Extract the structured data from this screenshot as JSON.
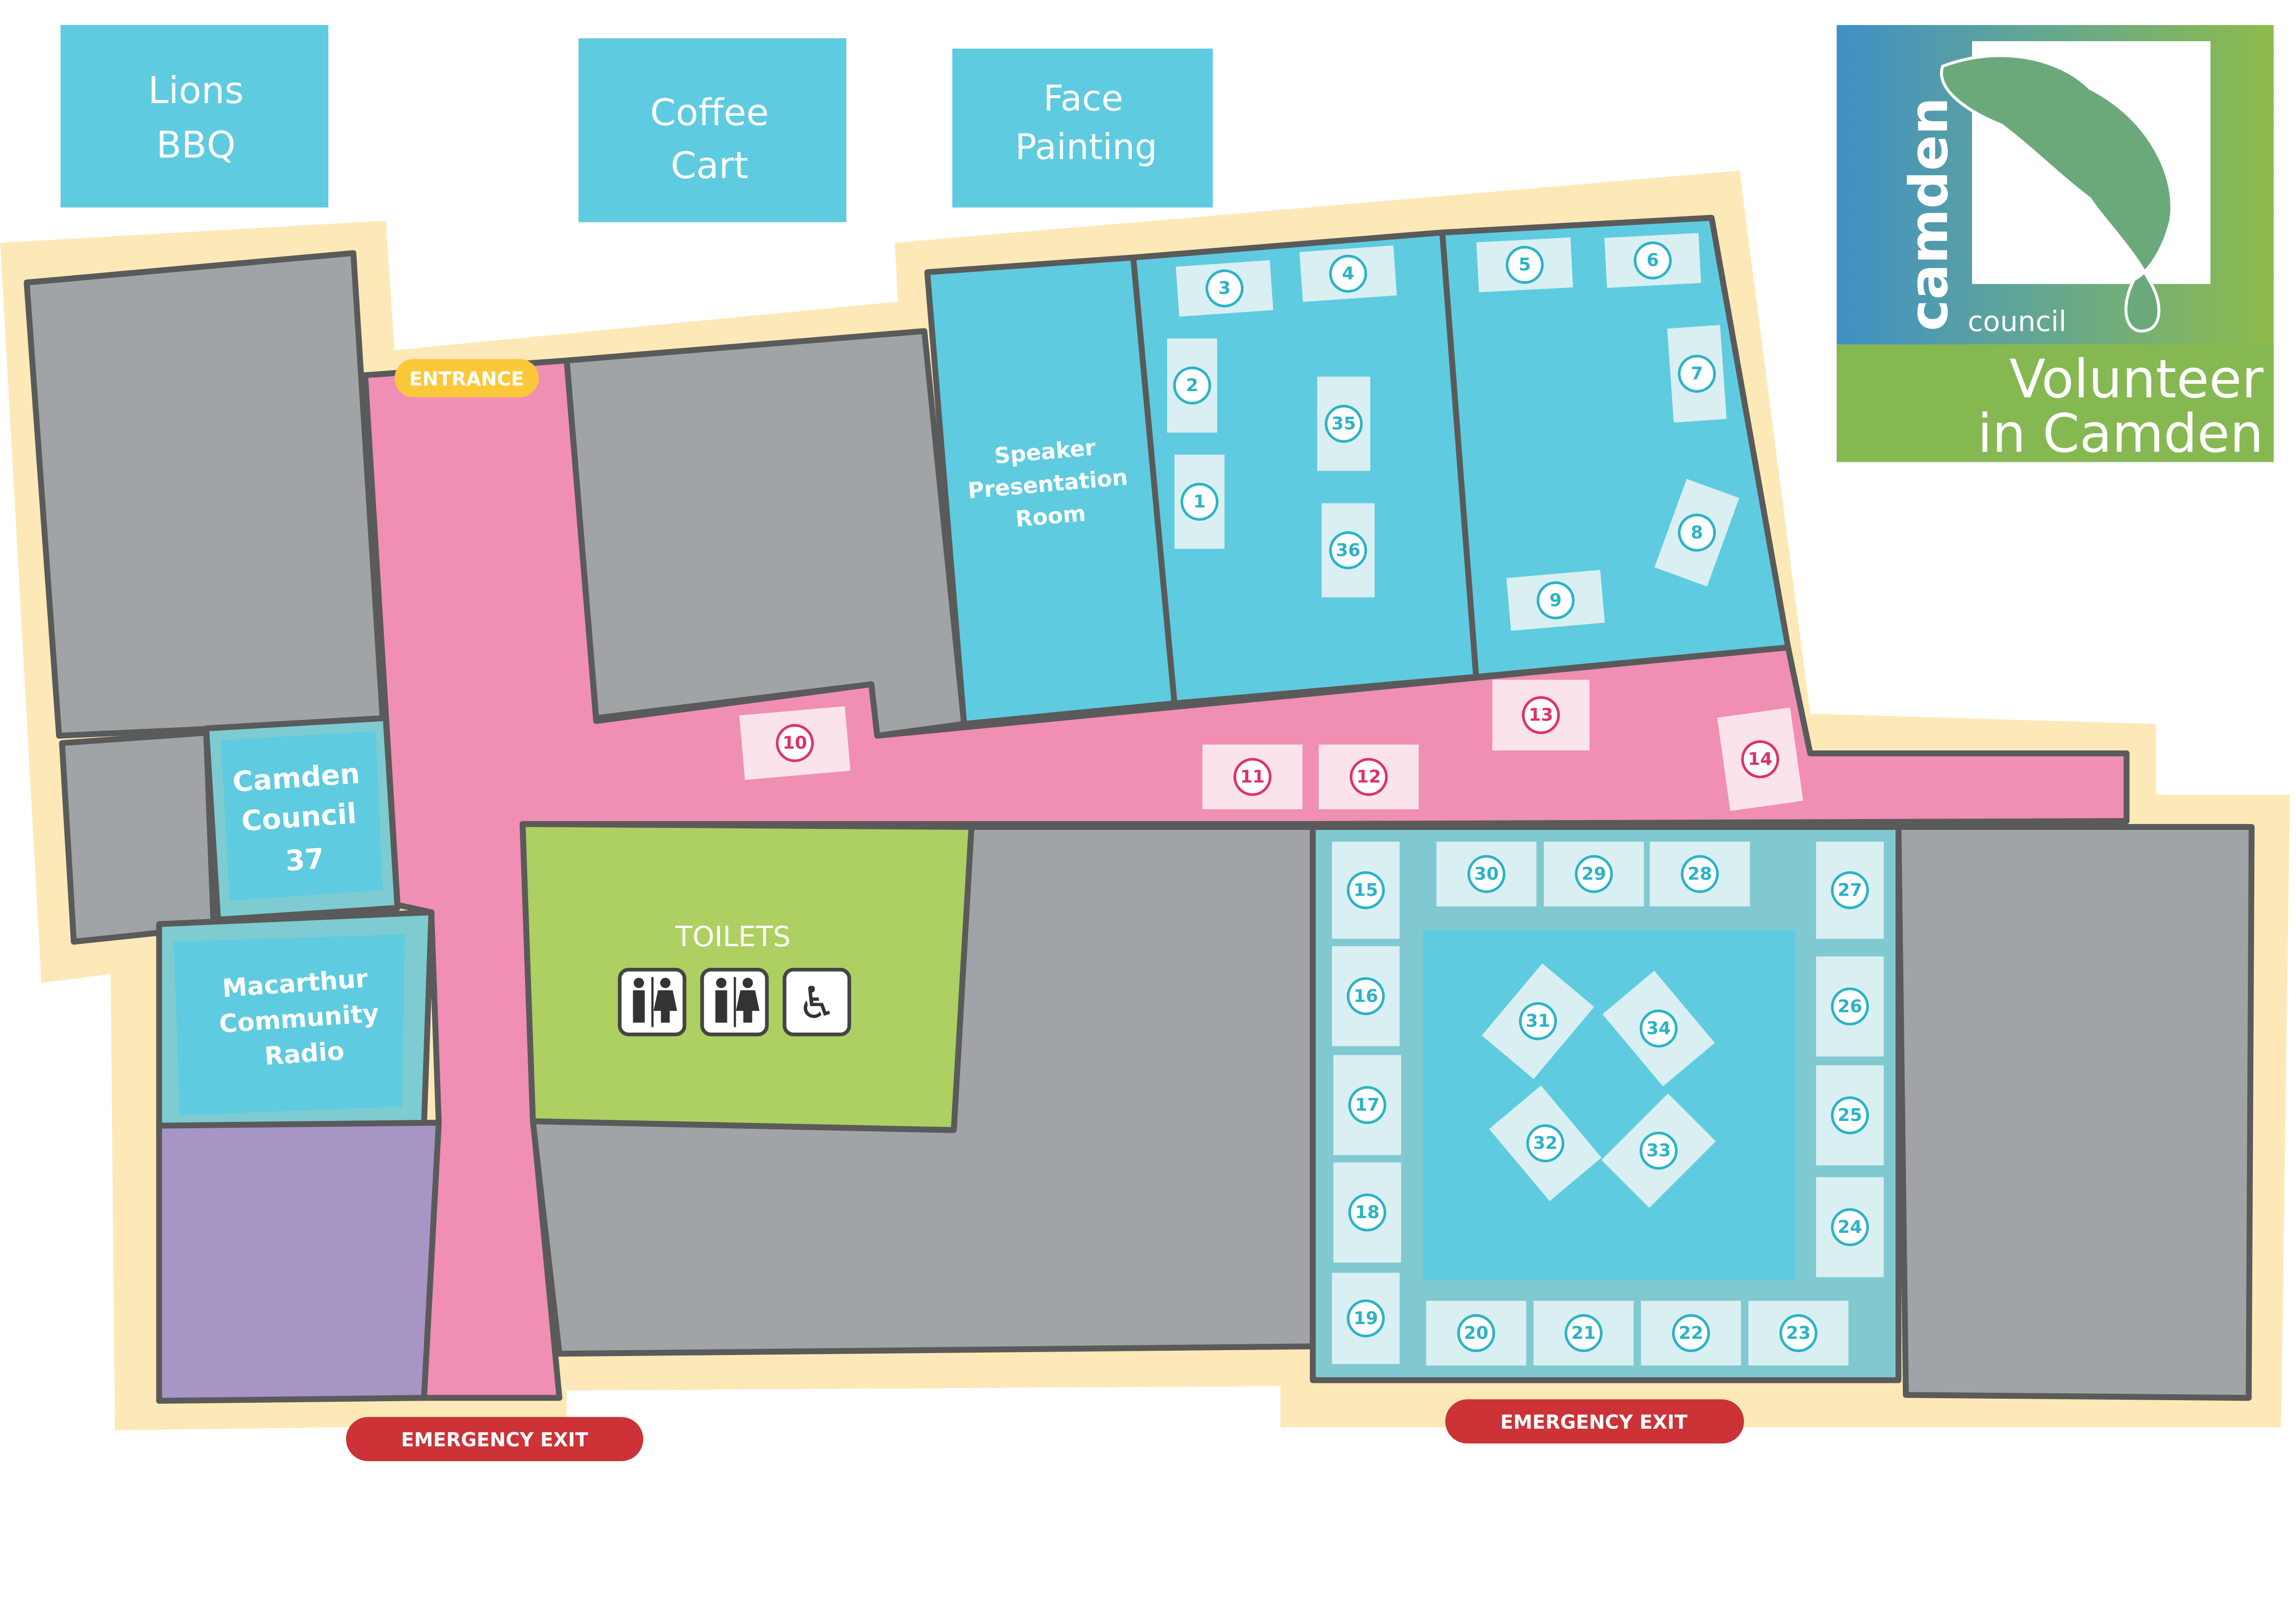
{
  "outside_labels": {
    "lions_bbq": [
      "Lions",
      "BBQ"
    ],
    "coffee_cart": [
      "Coffee",
      "Cart"
    ],
    "face_painting": [
      "Face",
      "Painting"
    ]
  },
  "entrance": "ENTRANCE",
  "emergency_exits": [
    "EMERGENCY EXIT",
    "EMERGENCY EXIT"
  ],
  "rooms": {
    "speaker": [
      "Speaker",
      "Presentation",
      "Room"
    ],
    "camden_council": [
      "Camden",
      "Council",
      "37"
    ],
    "radio": [
      "Macarthur",
      "Community",
      "Radio"
    ],
    "toilets": "TOILETS"
  },
  "logo": {
    "brand": "camden",
    "sub": "council",
    "tagline": [
      "Volunteer",
      "in Camden"
    ]
  },
  "colors": {
    "cream": "#fde9b8",
    "gray": "#a0a4a6",
    "teal": "#5ecbe0",
    "hall": "#80c9d0",
    "pink": "#f08eb4",
    "green": "#aecf62",
    "purple": "#a795c6",
    "yellow": "#fcc83a",
    "red": "#cc3236",
    "stall_teal": "#2bb3c6",
    "stall_pink": "#e0306a"
  },
  "stalls": {
    "pink": [
      "10",
      "11",
      "12",
      "13",
      "14"
    ],
    "teal": [
      "1",
      "2",
      "3",
      "4",
      "5",
      "6",
      "7",
      "8",
      "9",
      "15",
      "16",
      "17",
      "18",
      "19",
      "20",
      "21",
      "22",
      "23",
      "24",
      "25",
      "26",
      "27",
      "28",
      "29",
      "30",
      "31",
      "32",
      "33",
      "34",
      "35",
      "36"
    ]
  }
}
